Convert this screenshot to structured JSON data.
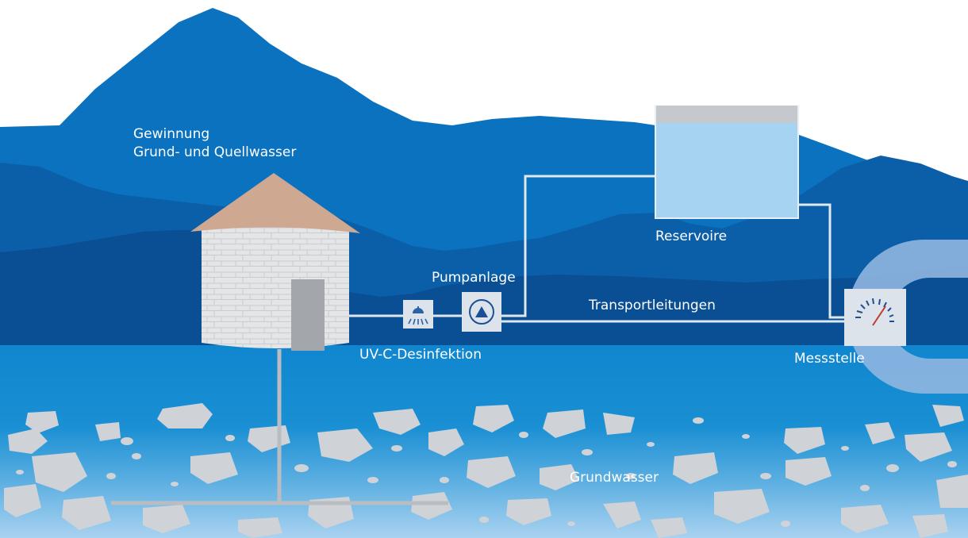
{
  "labels": {
    "source_line1": "Gewinnung",
    "source_line2": "Grund- und Quellwasser",
    "uv": "UV-C-Desinfektion",
    "pump": "Pumpanlage",
    "reservoir": "Reservoire",
    "transport": "Transportleitungen",
    "measure": "Messstelle",
    "groundwater": "Grundwasser"
  },
  "icons": {
    "uv": "shower-lamp-icon",
    "pump": "triangle-circle-icon",
    "meter": "gauge-icon"
  },
  "colors": {
    "sky": "#ffffff",
    "mountain_back": "#0a72be",
    "mountain_mid": "#0b5fa8",
    "mountain_front": "#0a4e94",
    "lake_top": "#0f86cf",
    "ground_bottom": "#a9d2f0",
    "stone": "#cfd2d6",
    "roof": "#cfa892",
    "wall": "#e4e5e7",
    "pipe": "#dfe7ef",
    "reservoir_water": "#a7d3f2",
    "ring": "#8fb6e0"
  }
}
